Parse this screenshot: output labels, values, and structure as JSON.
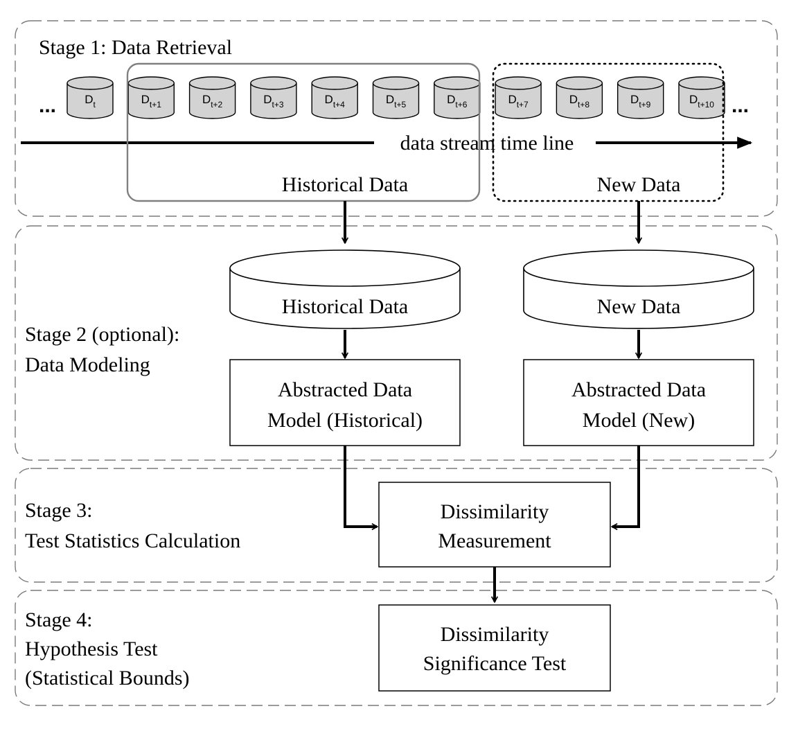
{
  "stages": {
    "stage1": "Stage 1: Data Retrieval",
    "stage2_line1": "Stage 2 (optional):",
    "stage2_line2": "Data Modeling",
    "stage3_line1": "Stage 3:",
    "stage3_line2": "Test Statistics Calculation",
    "stage4_line1": "Stage 4:",
    "stage4_line2": "Hypothesis Test",
    "stage4_line3": "(Statistical Bounds)"
  },
  "stream": {
    "ellipsis_left": "...",
    "ellipsis_right": "...",
    "timeline_label": "data stream time line",
    "chunks": [
      {
        "base": "D",
        "sub": "t"
      },
      {
        "base": "D",
        "sub": "t+1"
      },
      {
        "base": "D",
        "sub": "t+2"
      },
      {
        "base": "D",
        "sub": "t+3"
      },
      {
        "base": "D",
        "sub": "t+4"
      },
      {
        "base": "D",
        "sub": "t+5"
      },
      {
        "base": "D",
        "sub": "t+6"
      },
      {
        "base": "D",
        "sub": "t+7"
      },
      {
        "base": "D",
        "sub": "t+8"
      },
      {
        "base": "D",
        "sub": "t+9"
      },
      {
        "base": "D",
        "sub": "t+10"
      }
    ],
    "historical_window_label": "Historical Data",
    "new_window_label": "New Data"
  },
  "modeling": {
    "historical_db": "Historical Data",
    "new_db": "New Data",
    "historical_model_line1": "Abstracted Data",
    "historical_model_line2": "Model (Historical)",
    "new_model_line1": "Abstracted Data",
    "new_model_line2": "Model (New)"
  },
  "dissimilarity": {
    "line1": "Dissimilarity",
    "line2": "Measurement"
  },
  "significance": {
    "line1": "Dissimilarity",
    "line2": "Significance Test"
  }
}
